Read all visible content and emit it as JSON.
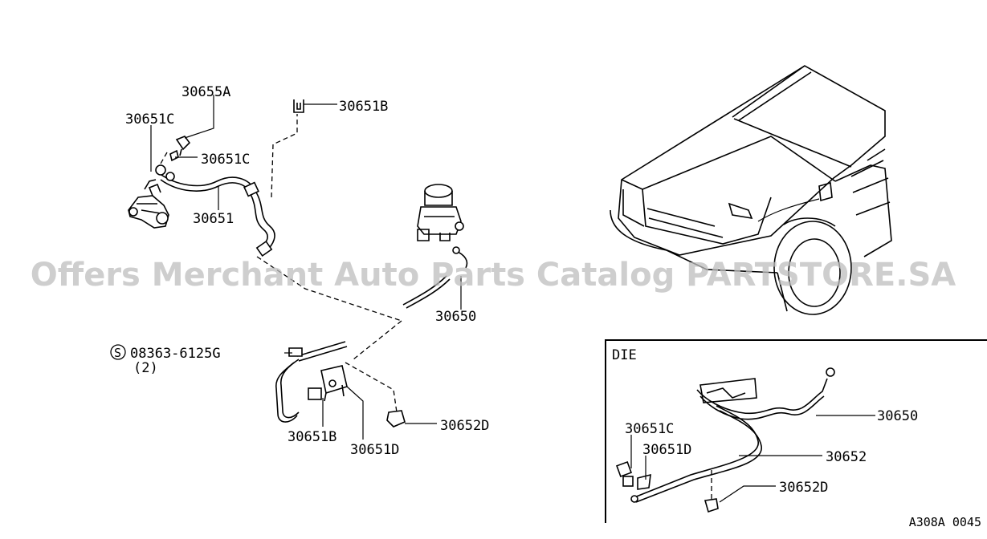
{
  "labels": {
    "p30655A": "30655A",
    "p30651B_top": "30651B",
    "p30651C_left": "30651C",
    "p30651C_mid": "30651C",
    "p30651": "30651",
    "p30650": "30650",
    "bolt_circle": "S",
    "bolt_part": "08363-6125G",
    "bolt_qty": "(2)",
    "p30651B_bottom": "30651B",
    "p30651D": "30651D",
    "p30652D": "30652D"
  },
  "inset": {
    "title": "DIE",
    "labels": {
      "p30651C": "30651C",
      "p30651D": "30651D",
      "p30650": "30650",
      "p30652": "30652",
      "p30652D": "30652D"
    }
  },
  "watermark": "Offers Merchant Auto Parts Catalog PARTSTORE.SA",
  "diagram_code": "A308A 0045"
}
